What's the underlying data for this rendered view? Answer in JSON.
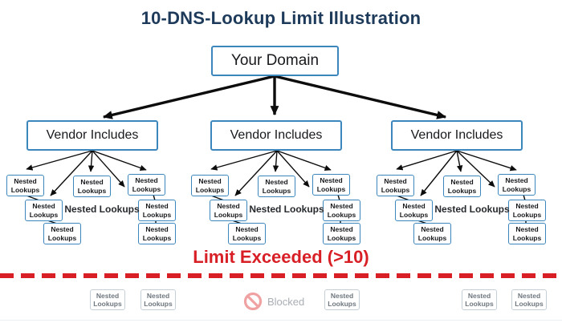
{
  "title": "10-DNS-Lookup Limit Illustration",
  "nodes": {
    "root": "Your Domain",
    "vendor": "Vendor Includes",
    "nested": "Nested Lookups"
  },
  "limit": {
    "label": "Limit Exceeded (>10)"
  },
  "blocked": {
    "label": "Blocked"
  },
  "colors": {
    "title_navy": "#1d3a5a",
    "node_border_blue": "#3c86be",
    "node_text": "#17191c",
    "arrow_black": "#0c0c0c",
    "limit_red": "#d81f26",
    "muted_box_border": "#c5cfd8",
    "muted_text": "#6e777f",
    "blocked_text_gray": "#a9aeb4",
    "blocked_icon_pink": "#f0a2a2"
  }
}
